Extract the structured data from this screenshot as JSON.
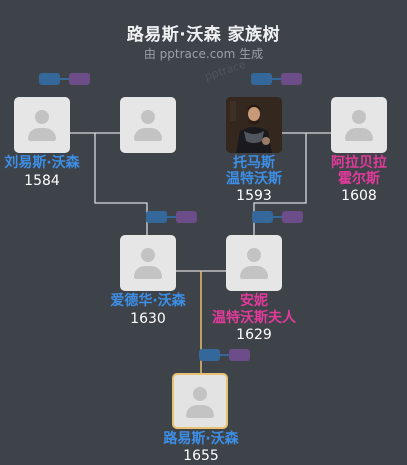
{
  "header": {
    "title": "路易斯·沃森 家族树",
    "subtitle": "由 pptrace.com 生成",
    "watermark": "pptrace"
  },
  "colors": {
    "background": "#3e434a",
    "male": "#3d8fe6",
    "female": "#e23a9a",
    "focus_border": "#e9c173",
    "connector": "#d9d9d9",
    "focus_connector": "#e9c173"
  },
  "people": {
    "p1": {
      "name_lines": [
        "刘易斯·沃森"
      ],
      "year": "1584",
      "gender": "male"
    },
    "p2": {
      "name_lines": [
        ""
      ],
      "year": "",
      "gender": "unknown"
    },
    "p3": {
      "name_lines": [
        "托马斯",
        "温特沃斯"
      ],
      "year": "1593",
      "gender": "male",
      "photo": "portrait-photo"
    },
    "p4": {
      "name_lines": [
        "阿拉贝拉",
        "霍尔斯"
      ],
      "year": "1608",
      "gender": "female"
    },
    "p5": {
      "name_lines": [
        "爱德华·沃森"
      ],
      "year": "1630",
      "gender": "male"
    },
    "p6": {
      "name_lines": [
        "安妮",
        "温特沃斯夫人"
      ],
      "year": "1629",
      "gender": "female"
    },
    "p7": {
      "name_lines": [
        "路易斯·沃森"
      ],
      "year": "1655",
      "gender": "male",
      "focus": true
    }
  },
  "icons": {
    "avatar": "person-silhouette-icon",
    "toggle": "expand-toggle-icon"
  }
}
